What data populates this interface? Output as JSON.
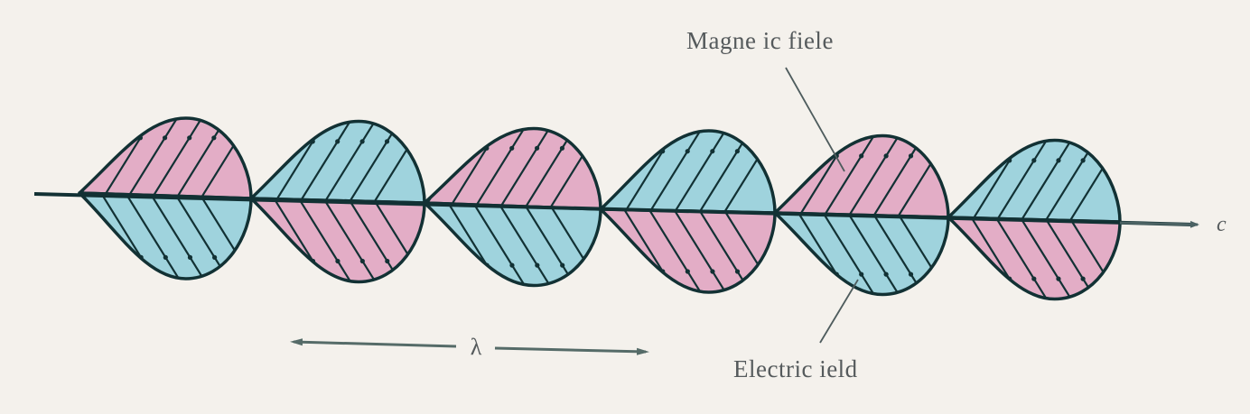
{
  "labels": {
    "magnetic_field": "Magne ic fiele",
    "electric_field": "Electric ield",
    "wavelength": "λ",
    "velocity": "c"
  },
  "colors": {
    "background": "#f4f1ec",
    "pink_lobe": "#e3adc6",
    "blue_lobe": "#9fd3dd",
    "outline": "#123134",
    "label_text": "#555a5c",
    "lambda_arrow": "#556b68"
  }
}
